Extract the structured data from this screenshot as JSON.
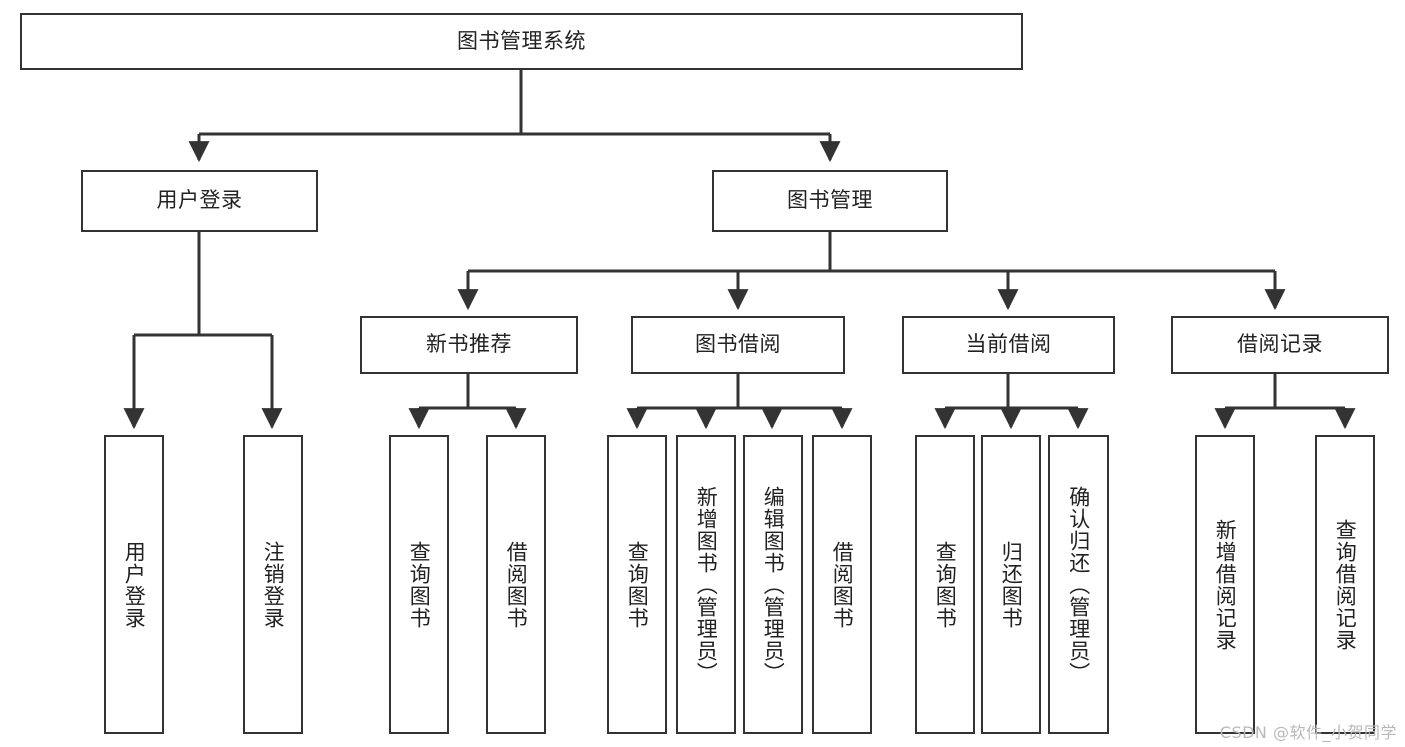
{
  "diagram": {
    "type": "tree",
    "title": "图书管理系统",
    "watermark": "CSDN @软件_小贺同学",
    "colors": {
      "box_border": "#333333",
      "box_fill": "#ffffff",
      "connector": "#333333",
      "text": "#222222",
      "watermark": "#b9b9b9"
    },
    "levels": {
      "root": {
        "label": "图书管理系统"
      },
      "level2": [
        {
          "label": "用户登录"
        },
        {
          "label": "图书管理"
        }
      ],
      "level3": [
        {
          "label": "新书推荐"
        },
        {
          "label": "图书借阅"
        },
        {
          "label": "当前借阅"
        },
        {
          "label": "借阅记录"
        }
      ],
      "leaves": {
        "user_login": [
          {
            "label": "用户登录"
          },
          {
            "label": "注销登录"
          }
        ],
        "new_book": [
          {
            "label": "查询图书"
          },
          {
            "label": "借阅图书"
          }
        ],
        "borrow_book": [
          {
            "label": "查询图书"
          },
          {
            "label": "新增图书（管理员）"
          },
          {
            "label": "编辑图书（管理员）"
          },
          {
            "label": "借阅图书"
          }
        ],
        "current_borrow": [
          {
            "label": "查询图书"
          },
          {
            "label": "归还图书"
          },
          {
            "label": "确认归还（管理员）"
          }
        ],
        "borrow_record": [
          {
            "label": "新增借阅记录"
          },
          {
            "label": "查询借阅记录"
          }
        ]
      }
    }
  }
}
